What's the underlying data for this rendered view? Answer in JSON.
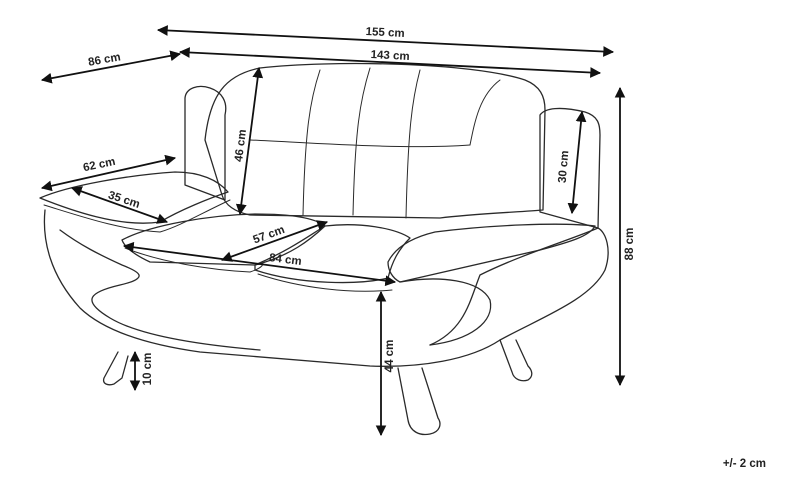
{
  "dimensions": {
    "total_width": "155 cm",
    "seat_width": "143 cm",
    "depth": "86 cm",
    "armrest_depth": "62 cm",
    "armrest_width": "35 cm",
    "backrest_height": "46 cm",
    "armrest_height": "30 cm",
    "seat_depth": "57 cm",
    "seat_inner_width": "84 cm",
    "total_height": "88 cm",
    "seat_height": "44 cm",
    "leg_height": "10 cm"
  },
  "tolerance": "+/- 2 cm",
  "colors": {
    "outline": "#2a2a2a",
    "dimension": "#111111"
  }
}
